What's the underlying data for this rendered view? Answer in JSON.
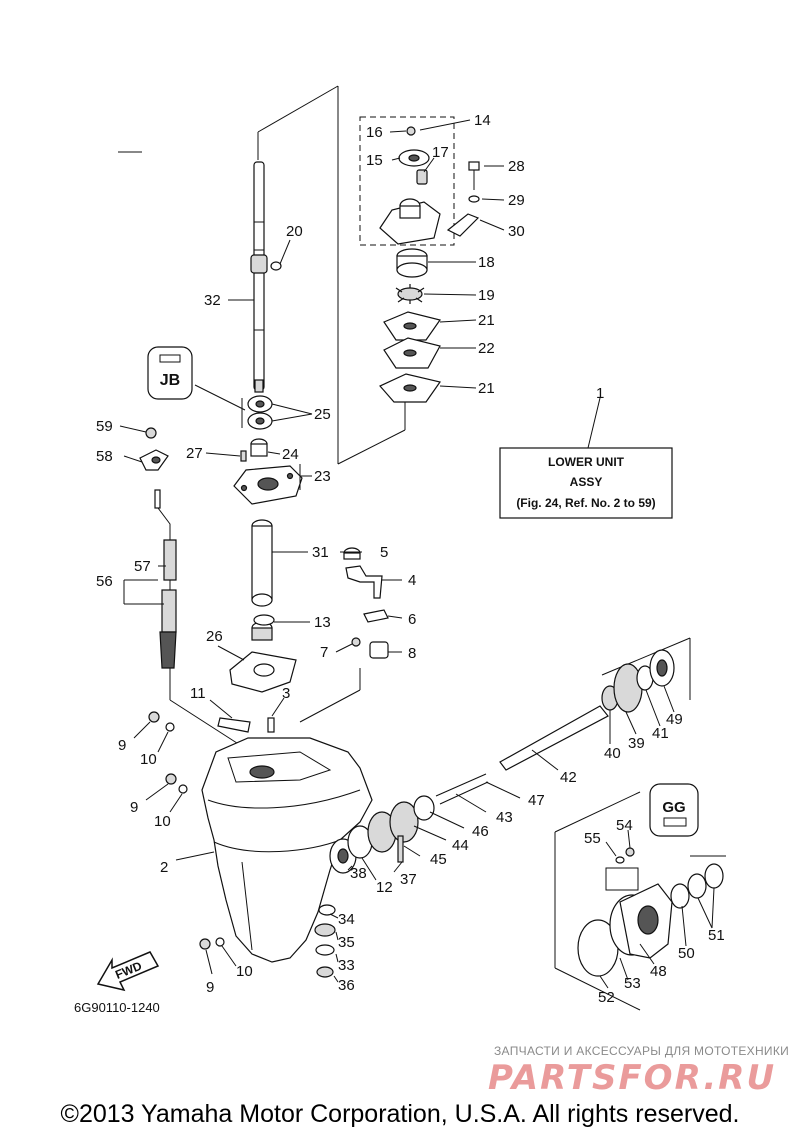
{
  "assy_box": {
    "ref_no": "1",
    "line1": "LOWER UNIT",
    "line2": "ASSY",
    "line3": "(Fig. 24, Ref. No. 2 to 59)"
  },
  "callouts": [
    "2",
    "3",
    "4",
    "5",
    "6",
    "7",
    "8",
    "9",
    "9",
    "9",
    "10",
    "10",
    "10",
    "11",
    "12",
    "13",
    "14",
    "15",
    "16",
    "17",
    "18",
    "19",
    "20",
    "21",
    "21",
    "22",
    "23",
    "24",
    "25",
    "26",
    "27",
    "28",
    "29",
    "30",
    "31",
    "32",
    "33",
    "34",
    "35",
    "36",
    "37",
    "38",
    "39",
    "40",
    "41",
    "42",
    "43",
    "44",
    "45",
    "46",
    "47",
    "48",
    "49",
    "50",
    "51",
    "52",
    "53",
    "54",
    "55",
    "56",
    "57",
    "58",
    "59"
  ],
  "badges": {
    "left": "JB",
    "right": "GG",
    "fwd": "FWD"
  },
  "part_code": "6G90110-1240",
  "watermark": {
    "text": "ЗАПЧАСТИ И АКСЕССУАРЫ ДЛЯ МОТОТЕХНИКИ",
    "logo": "PARTSFOR.RU"
  },
  "copyright": "©2013 Yamaha Motor Corporation, U.S.A. All rights reserved."
}
